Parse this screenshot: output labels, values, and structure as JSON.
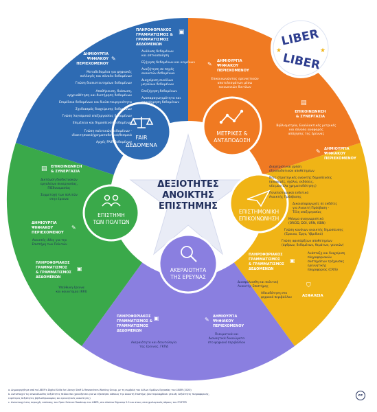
{
  "colors": {
    "teal": "#2e6bb3",
    "orange": "#f07a22",
    "gold": "#f0b416",
    "purple": "#8a7fe0",
    "green": "#3aa94a",
    "navy": "#1f2d5a",
    "core": "#e9ecf6"
  },
  "logo": {
    "top": "LIBER",
    "bottom": "LIBER"
  },
  "center": {
    "line1": "ΔΕΞΙΟΤΗΤΕΣ",
    "line2": "ΑΝΟΙΚΤΗΣ",
    "line3": "ΕΠΙΣΤΗΜΗΣ"
  },
  "hubs": {
    "fair": {
      "line1": "FAIR",
      "line2": "ΔΕΔΟΜΕΝΑ",
      "icon": "scales-icon"
    },
    "metrics": {
      "line1": "ΜΕΤΡΙΚΕΣ &",
      "line2": "ΑΝΤΑΠΟΔΟΣΗ",
      "icon": "line-chart-icon"
    },
    "scicomm": {
      "line1": "ΕΠΙΣΤΗΜΟΝΙΚΗ",
      "line2": "ΕΠΙΚΟΙΝΩΝΗΣΗ",
      "icon": "paper-plane-icon"
    },
    "integrity": {
      "line1": "ΑΚΕΡΑΙΟΤΗΤΑ",
      "line2": "ΤΗΣ ΕΡΕΥΝΑΣ",
      "icon": "magnifier-icon"
    },
    "citizen": {
      "line1": "ΕΠΙΣΤΗΜΗ",
      "line2": "ΤΩΝ ΠΟΛΙΤΩΝ",
      "icon": "people-icon"
    }
  },
  "fair_sector": {
    "literacy_heading": [
      "ΠΛΗΡΟΦΟΡΙΑΚΟΣ",
      "ΓΡΑΜΜΑΤΙΣΜΟΣ &",
      "ΓΡΑΜΜΑΤΙΣΜΟΣ",
      "ΔΕΔΟΜΕΝΩΝ"
    ],
    "literacy_items": [
      "Ανάλυση δεδομένων",
      "και οπτικοποίηση",
      "Εξήγηση δεδομένων και κειμένων",
      "Αναζήτηση σε πηγές",
      "ανοικτών δεδομένων",
      "Διαχείριση συνόλων",
      "μεγάλων δεδομένων",
      "Επεξήγηση δεδομένων",
      "Αναπαραγωγιμότητα και",
      "επανάχρηση δεδομένων"
    ],
    "digital_heading": [
      "ΔΗΜΙΟΥΡΓΙΑ",
      "ΨΗΦΙΑΚΟΥ",
      "ΠΕΡΙΕΧΟΜΕΝΟΥ"
    ],
    "digital_items": [
      "Μεταδεδομένα για ψηφιακές",
      "συλλογές και σύνολα δεδομένων",
      "Γνώση διαπιστευτηρίων δεδομένων",
      "Αποθήκευση, διάσωση,",
      "αρχειοθέτηση και διατήρηση δεδομένων",
      "Επιμέλεια δεδομένων και διαλειτουργικότητα",
      "Σχεδιασμός διαχείρισης δεδομένων",
      "Γνώση λογισμικού επεξεργασίας δεδομένων",
      "Επιμέλεια και δημοσίευση δεδομένων",
      "Γνώση πολιτικών δεδομένων -",
      "ιδιοκτησιακά/χρηματοδοτικά/θεσμικά",
      "Αρχές FAIR δεδομένων"
    ]
  },
  "metrics_sector": {
    "digital_heading": [
      "ΔΗΜΙΟΥΡΓΙΑ",
      "ΨΗΦΙΑΚΟΥ",
      "ΠΕΡΙΕΧΟΜΕΝΟΥ"
    ],
    "digital_items": [
      "Επικοινωνώντας ερευνητικών",
      "αποτελεσμάτων μέσω",
      "κοινωνικών δικτύων"
    ],
    "comm_heading": [
      "ΕΠΙΚΟΙΝΩΝΗΣΗ",
      "& ΣΥΝΕΡΓΑΣΙΑ"
    ],
    "comm_items": [
      "Βιβλιομετρία, Εναλλακτικές μετρικές",
      "και σύνολα αναφοράς",
      "απόχησης της έρευνας"
    ]
  },
  "scicomm_sector": {
    "digital_heading": [
      "ΔΗΜΙΟΥΡΓΙΑ",
      "ΨΗΦΙΑΚΟΥ",
      "ΠΕΡΙΕΧΟΜΕΝΟΥ"
    ],
    "items": [
      "Διαχείριση και χρήση",
      "εξουσιοδοτικών αποθετηρίων",
      "Νέες στρατηγικές ανοικτής δημοσίευσης",
      "(αναφορές, σχόλια, εκδόσεις,",
      "νέα μοντέλα χρηματοδότησης)",
      "Πανεπιστημιακά ενδοτικά",
      "Ανοικτής Πρόσβασης",
      "Δικαιοπαραγωγές σε εκδότες",
      "για Ανοικτή Πρόσβαση -",
      "Τέλη επεξεργασίας",
      "Μόνιμα αναγνωριστικά",
      "(ORCID, DOI, URN, ISBN)",
      "Γνώση κανόνων ανοικτής δημοσίευσης",
      "(Έρευνα, Έργο, Υβριδικά)",
      "Γνώση αφυπάρξεων αποθετηρίων",
      "(άρθρων, δεδομένων, θεμάτων, γενικών)"
    ]
  },
  "integrity_sector": {
    "literacy_heading": [
      "ΠΛΗΡΟΦΟΡΙΑΚΟΣ",
      "ΓΡΑΜΜΑΤΙΣΜΟΣ",
      "& ΓΡΑΜΜΑΤΙΣΜΟΣ",
      "ΔΕΔΟΜΕΝΩΝ"
    ],
    "literacy_items_right": [
      "Ανάπτυξη και διαχείριση",
      "πληροφοριακών",
      "συστημάτων τρέχουσας",
      "ερευνητικής",
      "πληροφορίας (CRIS)"
    ],
    "policy_items": [
      "Διασφάλεισθη και πολιτική",
      "Ανοικτής Επιστήμης",
      "Αδειοδότηση στο",
      "ψηφιακό περιβάλλον"
    ],
    "safety_label": "ΑΣΦΑΛΕΙΑ",
    "lit2_heading": [
      "ΠΛΗΡΟΦΟΡΙΑΚΟΣ",
      "ΓΡΑΜΜΑΤΙΣΜΟΣ &",
      "ΓΡΑΜΜΑΤΙΣΜΟΣ",
      "ΔΕΔΟΜΕΝΩΝ"
    ],
    "lit2_items": [
      "Ακεραιότητα και δεοντολογία",
      "της έρευνας, ΓΚΠΔ"
    ],
    "digital_heading": [
      "ΔΗΜΙΟΥΡΓΙΑ",
      "ΨΗΦΙΑΚΟΥ",
      "ΠΕΡΙΕΧΟΜΕΝΟΥ"
    ],
    "digital_items": [
      "Πνευματικά και",
      "Διανοητικά δικαιώματα",
      "στο ψηφιακό περιβάλλον"
    ]
  },
  "citizen_sector": {
    "comm_heading": [
      "ΕΠΙΚΟΙΝΩΝΗΣΗ",
      "& ΣΥΝΕΡΓΑΣΙΑ"
    ],
    "comm_items": [
      "Δικτύωση διαδικτυακών",
      "εργαλείων συνεργασίας,",
      "ΠΙΕδυνομασίας",
      "Συμμετοχή των πολιτών",
      "στην έρευνα"
    ],
    "digital_heading": [
      "ΔΗΜΙΟΥΡΓΙΑ",
      "ΨΗΦΙΑΚΟΥ",
      "ΠΕΡΙΕΧΟΜΕΝΟΥ"
    ],
    "digital_items": [
      "Ανοικτές ιδέες για την",
      "Επιστήμη των Πολιτών"
    ],
    "literacy_heading": [
      "ΠΛΗΡΟΦΟΡΙΑΚΟΣ",
      "ΓΡΑΜΜΑΤΙΣΜΟΣ",
      "& ΓΡΑΜΜΑΤΙΣΜΟΣ",
      "ΔΕΔΟΜΕΝΩΝ"
    ],
    "literacy_items": [
      "Υπεύθυνη έρευνα",
      "και καινοτομία (RRI)"
    ]
  },
  "footnotes": [
    "a.  Δημιουργήθηκε από το LIBER's Digital Skills for Library Staff & Researchers Working Group, με τη συμβολή του άλλων Ομάδων Εργασίας του LIBER (2020)",
    "b.  Αντιστοιχεί τις συνακόλουθες δεξιότητες πεδίου που χρειάζονται για να εξασκήσει κάποιος την Ανοικτή Επιστήμη (δεν περιλαμβάνει γενικές δεξιότητες πληροφορικής,",
    "     ευρύτερες δεξιότητες βιβλιοθηκονομίας και ερευνητικές ικανότητες)",
    "c.  Αντιστοιχεί στις περιοχές εστίασης του Open Science Roadmap του LIBER, στο πλαίσιο Digcomp 2.0 και στους επιτυχιολογικούς πόρους του FOSTER"
  ],
  "license_badge": "cc"
}
